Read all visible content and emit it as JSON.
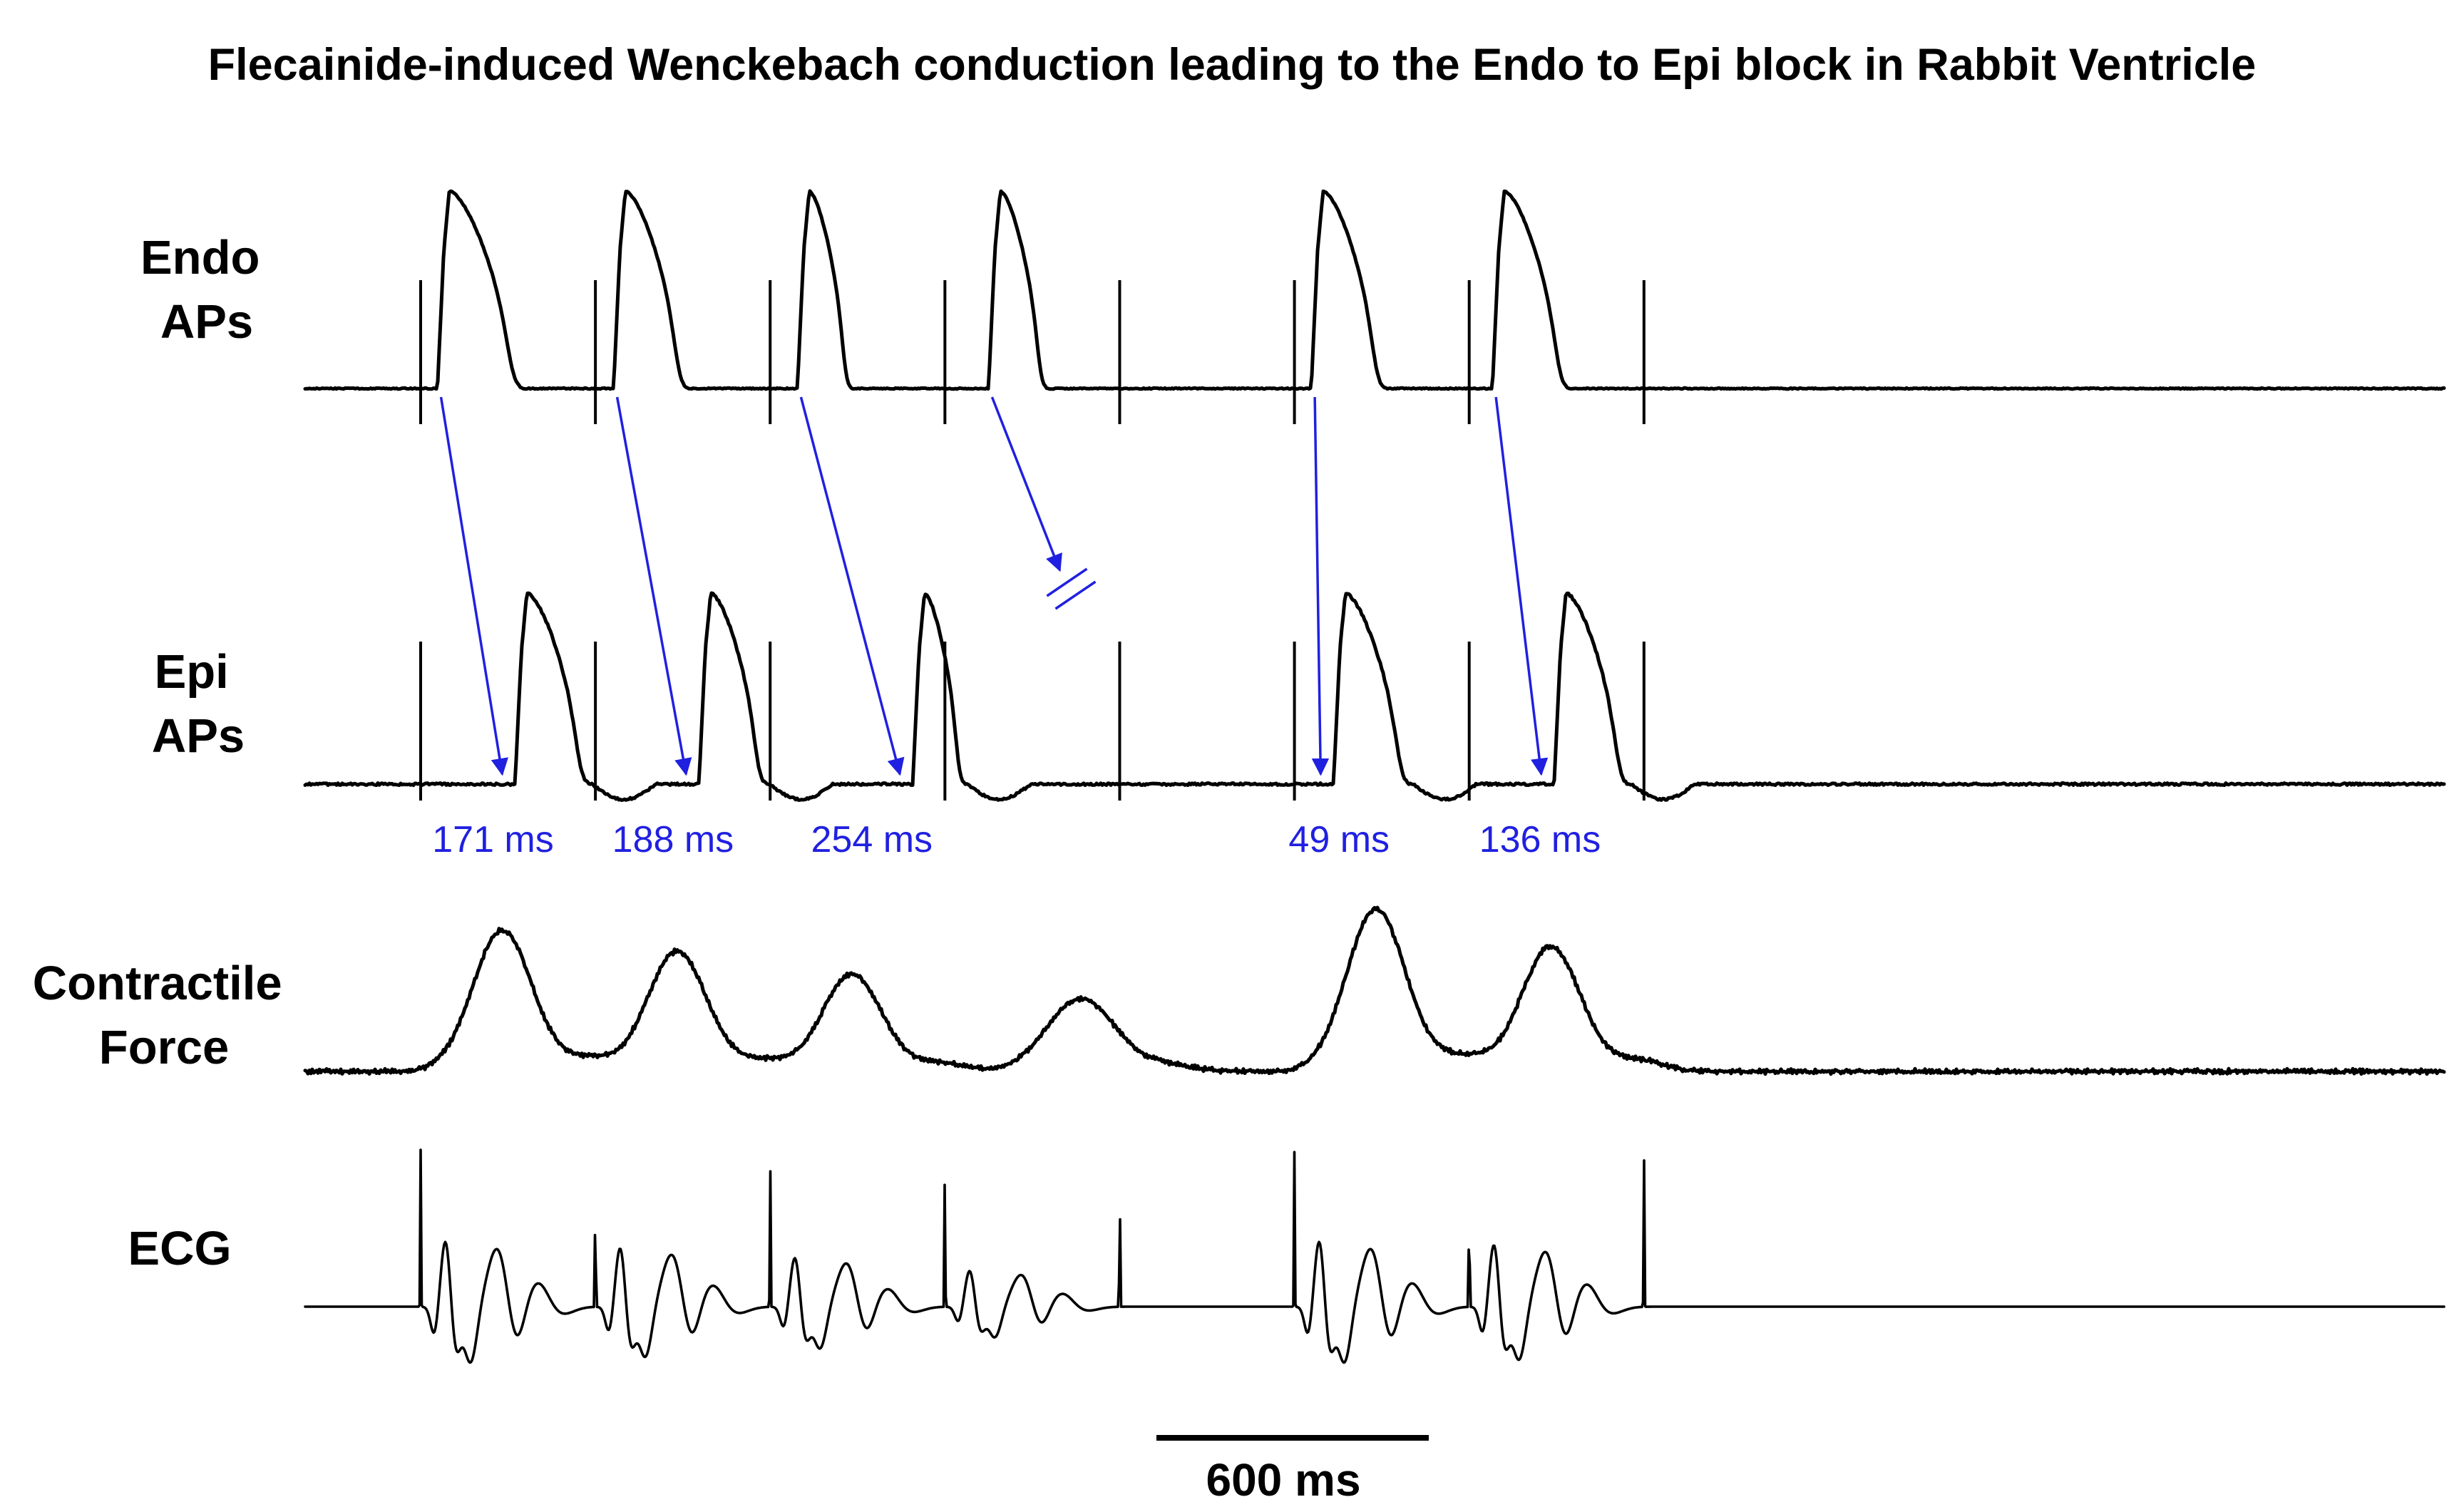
{
  "chart_data": {
    "type": "line",
    "title": "Flecainide-induced Wenckebach conduction leading to the Endo to Epi block in Rabbit Ventricle",
    "rows": [
      {
        "key": "endo",
        "label_lines": [
          "Endo",
          "APs"
        ]
      },
      {
        "key": "epi",
        "label_lines": [
          "Epi",
          "APs"
        ]
      },
      {
        "key": "force",
        "label_lines": [
          "Contractile",
          "Force"
        ]
      },
      {
        "key": "ecg",
        "label_lines": [
          "ECG"
        ]
      }
    ],
    "time_unit": "ms",
    "stimuli_ms": [
      0,
      385,
      770,
      1155,
      1540,
      1925,
      2310,
      2695
    ],
    "endo_ap_onsets_ms": [
      37,
      40,
      60,
      96,
      37,
      51
    ],
    "endo_to_epi_delays_ms": [
      171,
      188,
      254,
      null,
      49,
      136
    ],
    "delay_labels": [
      "171 ms",
      "188 ms",
      "254 ms",
      "49 ms",
      "136 ms"
    ],
    "blocked_beat_index": 3,
    "contractile_force_relative_peaks": [
      0.87,
      0.74,
      0.6,
      0.45,
      1.0,
      0.77
    ],
    "scale_bar": {
      "value": 600,
      "label": "600 ms"
    },
    "colors": {
      "trace": "#000000",
      "conduction_arrows": "#2020e0",
      "background": "#ffffff"
    }
  }
}
